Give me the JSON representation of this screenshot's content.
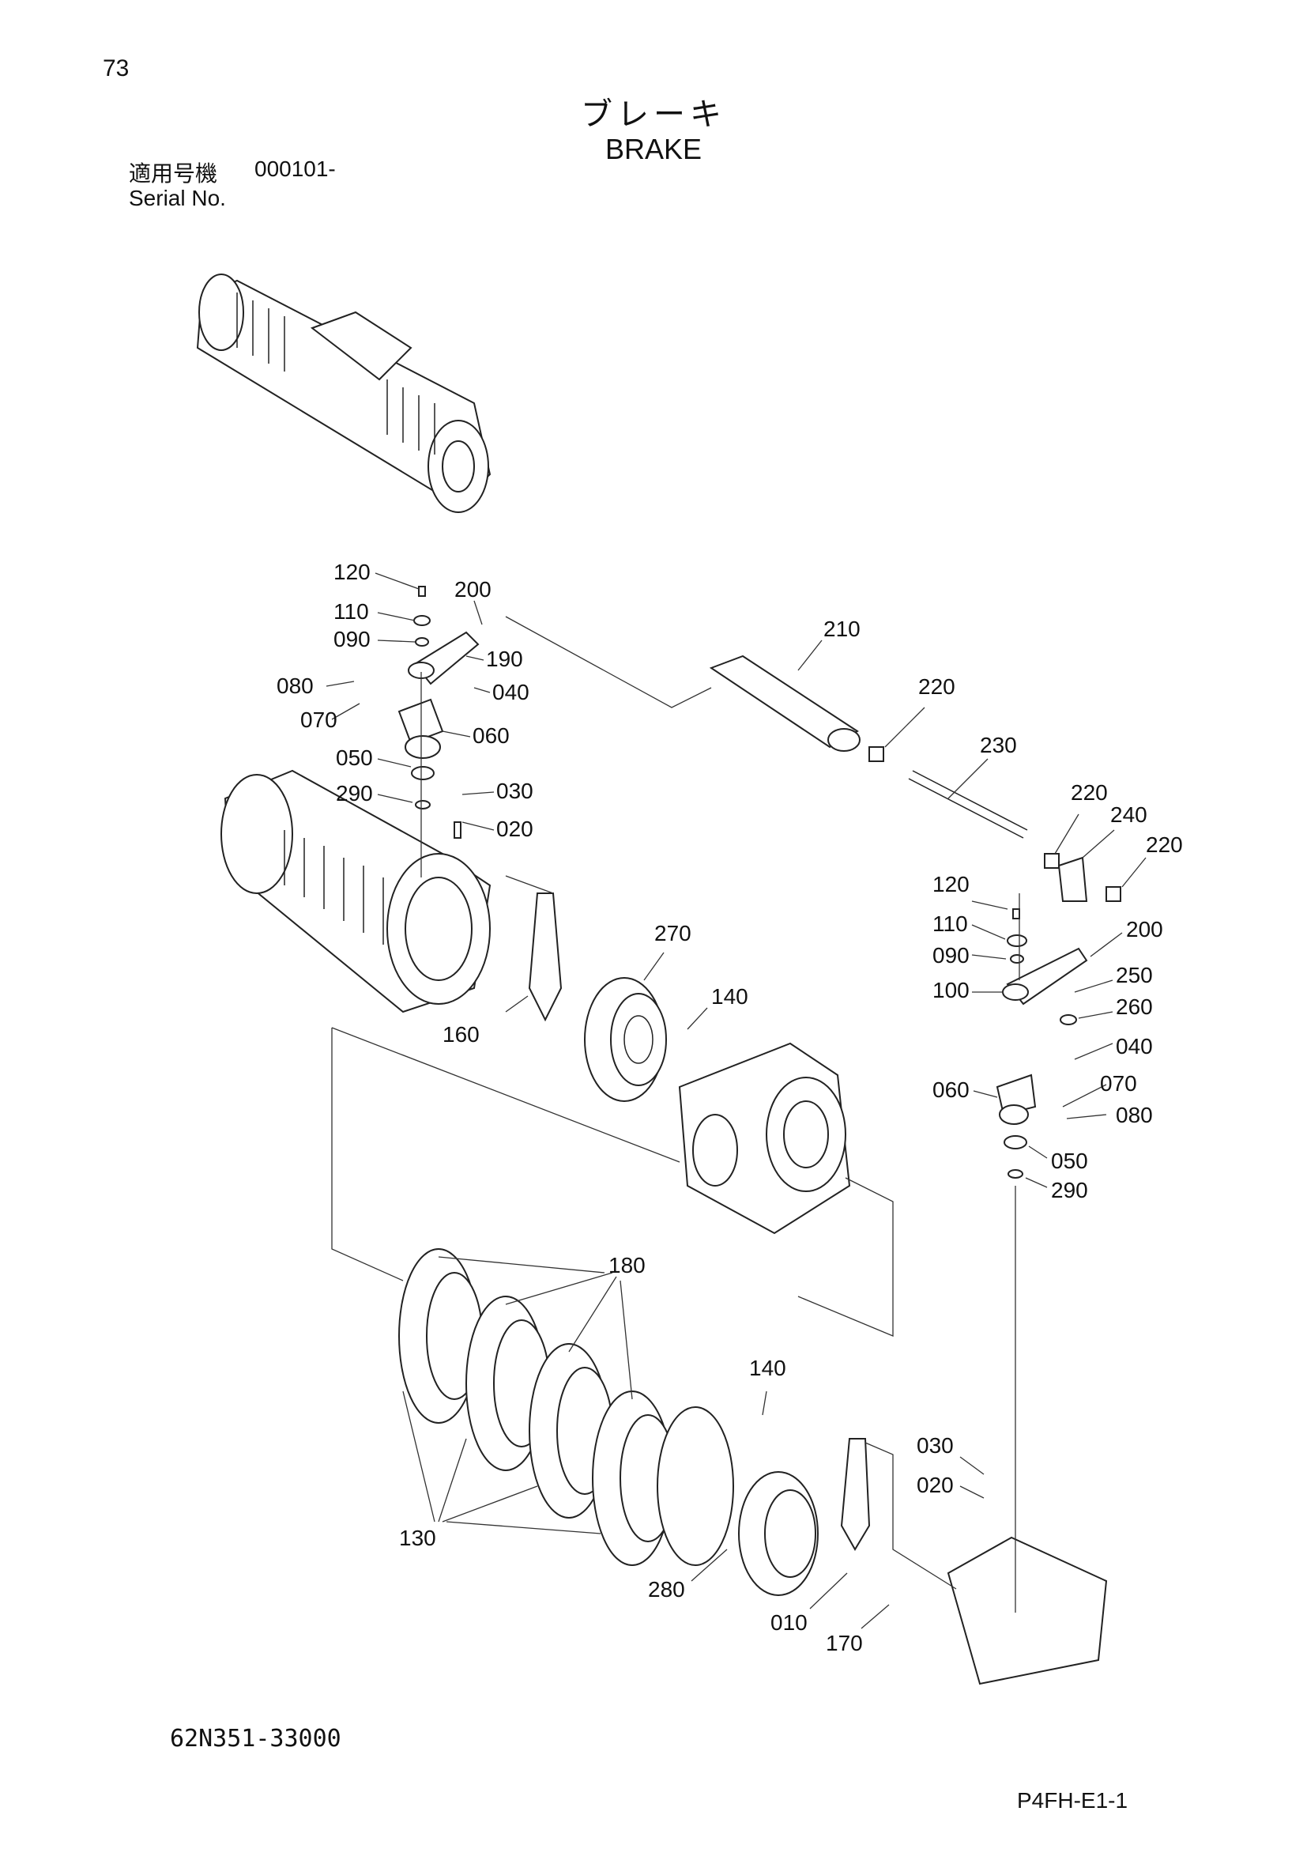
{
  "page_number": "73",
  "title_jp": "ブレーキ",
  "title_en": "BRAKE",
  "serial_label_jp": "適用号機",
  "serial_value": "000101-",
  "serial_label_en": "Serial No.",
  "drawing_number": "62N351-33000",
  "page_code": "P4FH-E1-1",
  "callouts": [
    "120",
    "200",
    "110",
    "090",
    "190",
    "080",
    "040",
    "070",
    "060",
    "050",
    "290",
    "030",
    "020",
    "160",
    "210",
    "220",
    "230",
    "220",
    "240",
    "220",
    "120",
    "110",
    "200",
    "090",
    "250",
    "100",
    "260",
    "040",
    "060",
    "070",
    "080",
    "050",
    "290",
    "270",
    "140",
    "180",
    "140",
    "030",
    "020",
    "130",
    "280",
    "010",
    "170"
  ]
}
